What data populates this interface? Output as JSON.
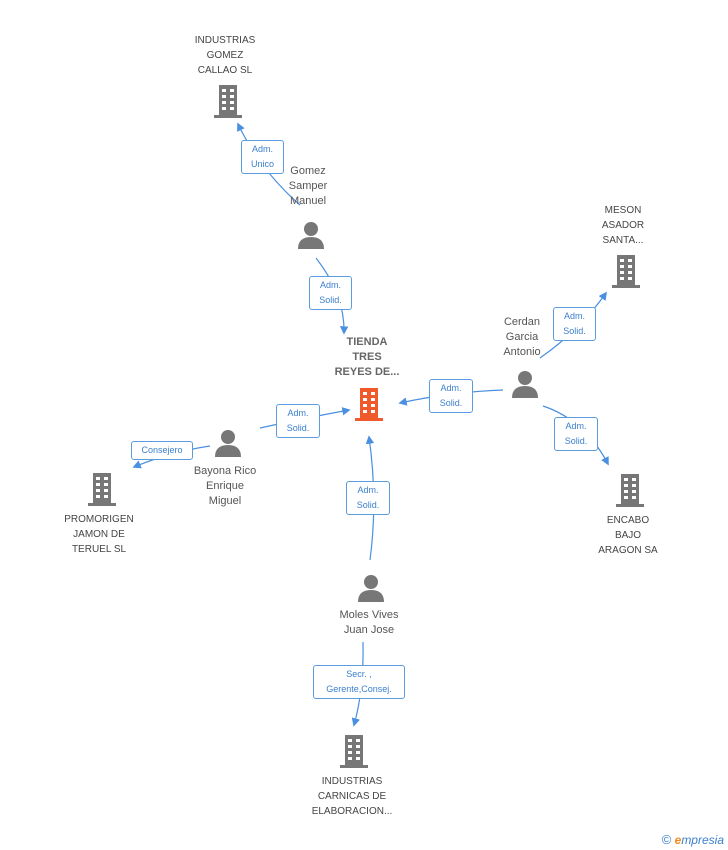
{
  "colors": {
    "edge": "#4a8fe0",
    "building": "#777777",
    "center_building": "#f05a2a",
    "person": "#777777"
  },
  "nodes": {
    "center": {
      "label": "TIENDA\nTRES\nREYES DE..."
    },
    "industrias_gomez": {
      "label": "INDUSTRIAS\nGOMEZ\nCALLAO SL"
    },
    "gomez_samper": {
      "label": "Gomez\nSamper\nManuel"
    },
    "meson_asador": {
      "label": "MESON\nASADOR\nSANTA..."
    },
    "cerdan_garcia": {
      "label": "Cerdan\nGarcia\nAntonio"
    },
    "bayona_rico": {
      "label": "Bayona Rico\nEnrique\nMiguel"
    },
    "promorigen": {
      "label": "PROMORIGEN\nJAMON DE\nTERUEL SL"
    },
    "encabo_bajo": {
      "label": "ENCABO\nBAJO\nARAGON SA"
    },
    "moles_vives": {
      "label": "Moles Vives\nJuan Jose"
    },
    "industrias_carnicas": {
      "label": "INDUSTRIAS\nCARNICAS DE\nELABORACION..."
    }
  },
  "edges": {
    "gomez_to_industrias": {
      "label": "Adm.\nUnico"
    },
    "gomez_to_center": {
      "label": "Adm.\nSolid."
    },
    "cerdan_to_meson": {
      "label": "Adm.\nSolid."
    },
    "cerdan_to_center": {
      "label": "Adm.\nSolid."
    },
    "cerdan_to_encabo": {
      "label": "Adm.\nSolid."
    },
    "bayona_to_center": {
      "label": "Adm.\nSolid."
    },
    "bayona_to_promorigen": {
      "label": "Consejero"
    },
    "moles_to_center": {
      "label": "Adm.\nSolid."
    },
    "moles_to_carnicas": {
      "label": "Secr. ,\nGerente,Consej."
    }
  },
  "footer": {
    "copyright": "©",
    "brand_initial": "e",
    "brand_rest": "mpresia"
  }
}
